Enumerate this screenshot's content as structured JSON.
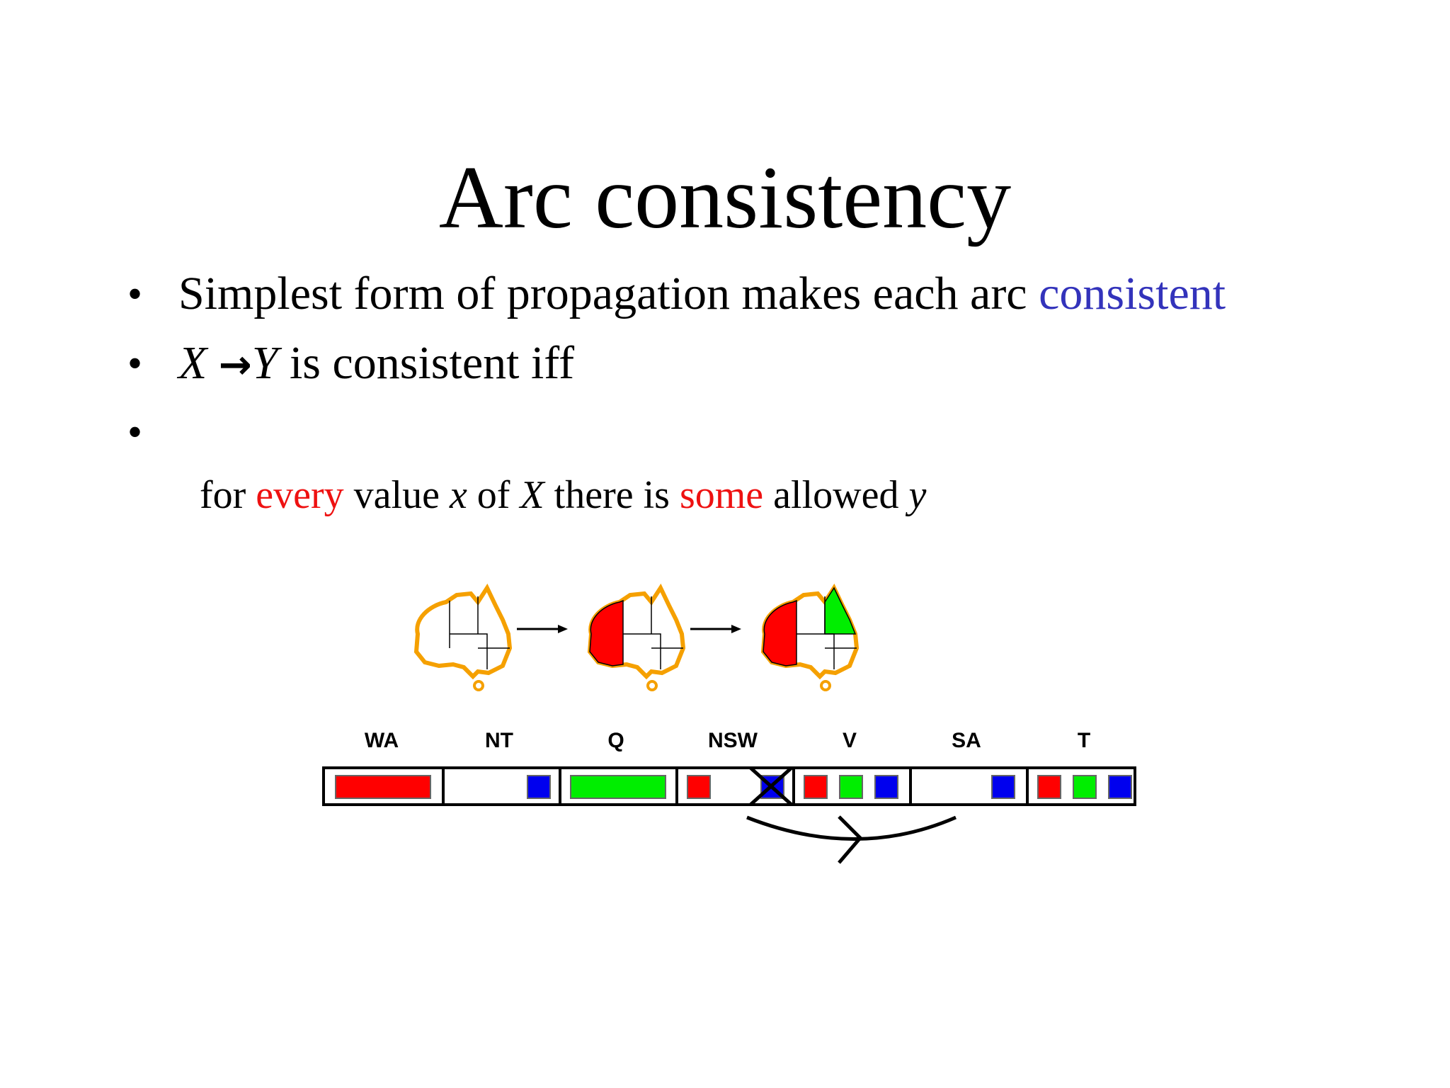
{
  "title": "Arc consistency",
  "bullets": {
    "b1": {
      "text": "Simplest form of propagation makes each arc ",
      "highlight": "consistent"
    },
    "b2": {
      "x": "X",
      "arrow": "→",
      "y": "Y",
      "rest": " is consistent iff"
    },
    "b3": {
      "symbol": "•"
    },
    "sub": {
      "p1": "for ",
      "every": "every",
      "p2": " value ",
      "x": "x",
      "p3": " of ",
      "X": "X",
      "p4": " there is ",
      "some": "some",
      "p5": " allowed ",
      "y": "y"
    },
    "symbol": "•"
  },
  "colors": {
    "red": "#ee1111",
    "blue_text": "#3333bb",
    "swatch_red": "#ff0000",
    "swatch_green": "#00ee00",
    "swatch_blue": "#0000ee",
    "map_outline": "#f5a000"
  },
  "variables": [
    "WA",
    "NT",
    "Q",
    "NSW",
    "V",
    "SA",
    "T"
  ],
  "domains": {
    "WA": [
      "red-full"
    ],
    "NT": [
      "blue"
    ],
    "Q": [
      "green-full"
    ],
    "NSW": [
      "red",
      "blue-crossed"
    ],
    "V": [
      "red",
      "green",
      "blue"
    ],
    "SA": [
      "blue"
    ],
    "T": [
      "red",
      "green",
      "blue"
    ]
  },
  "maps": [
    "australia-uncolored",
    "australia-wa-red",
    "australia-wa-red-q-green"
  ]
}
